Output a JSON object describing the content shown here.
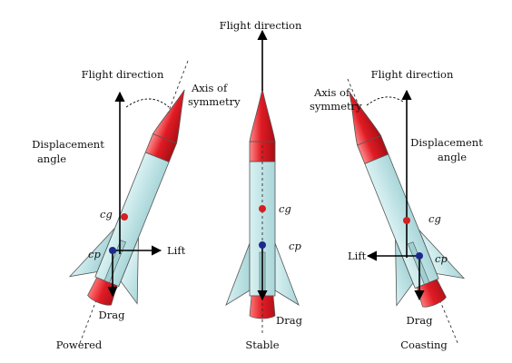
{
  "rockets": [
    {
      "id": "powered",
      "caption": "Powered",
      "flight_direction": "Flight direction",
      "axis_label_line1": "Axis of",
      "axis_label_line2": "symmetry",
      "angle_label_line1": "Displacement",
      "angle_label_line2": "angle",
      "cg": "cg",
      "cp": "cp",
      "lift": "Lift",
      "drag": "Drag"
    },
    {
      "id": "stable",
      "caption": "Stable",
      "flight_direction": "Flight direction",
      "cg": "cg",
      "cp": "cp",
      "drag": "Drag"
    },
    {
      "id": "coasting",
      "caption": "Coasting",
      "flight_direction": "Flight direction",
      "axis_label_line1": "Axis of",
      "axis_label_line2": "symmetry",
      "angle_label_line1": "Displacement",
      "angle_label_line2": "angle",
      "cg": "cg",
      "cp": "cp",
      "lift": "Lift",
      "drag": "Drag"
    }
  ],
  "colors": {
    "body": "#bfe3e6",
    "nose": "#e01b24",
    "cg_dot": "#d42020",
    "cp_dot": "#1c2a8c",
    "stroke": "#333333"
  }
}
